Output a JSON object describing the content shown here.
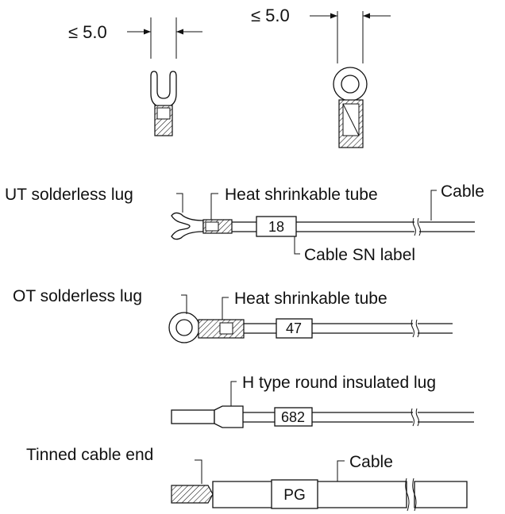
{
  "diagram": {
    "spec_left": "≤ 5.0",
    "spec_right": "≤ 5.0",
    "label_ut_lug": "UT solderless lug",
    "label_heat_tube_1": "Heat shrinkable tube",
    "label_cable_1": "Cable",
    "label_cable_sn": "Cable SN label",
    "label_ot_lug": "OT solderless lug",
    "label_heat_tube_2": "Heat shrinkable tube",
    "label_h_type": "H type round insulated lug",
    "label_tinned": "Tinned cable end",
    "label_cable_2": "Cable",
    "sn_1": "18",
    "sn_2": "47",
    "sn_3": "682",
    "sn_4": "PG"
  }
}
